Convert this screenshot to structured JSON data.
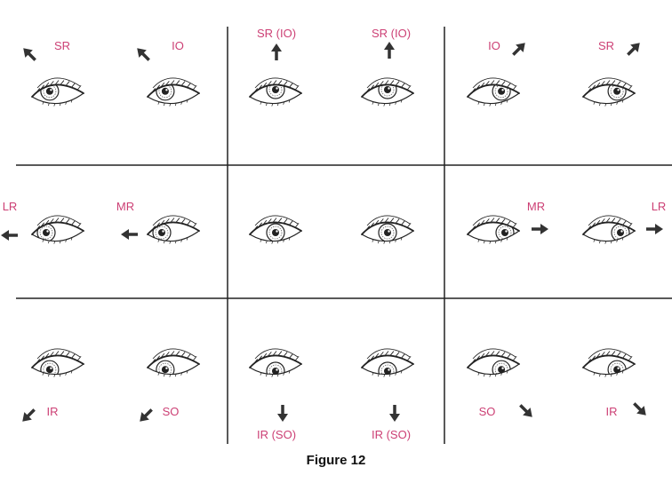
{
  "figure": {
    "caption": "Figure 12",
    "label_color": "#cc3f74",
    "ink_color": "#222222",
    "arrow_color": "#333333"
  },
  "cells": [
    {
      "row": 0,
      "col": 0,
      "eyes": [
        {
          "label": "SR",
          "direction": "up-left",
          "iris": "up-left"
        },
        {
          "label": "IO",
          "direction": "up-left",
          "iris": "up-left"
        }
      ]
    },
    {
      "row": 0,
      "col": 1,
      "eyes": [
        {
          "label": "SR (IO)",
          "direction": "up",
          "iris": "up"
        },
        {
          "label": "SR (IO)",
          "direction": "up",
          "iris": "up"
        }
      ]
    },
    {
      "row": 0,
      "col": 2,
      "eyes": [
        {
          "label": "IO",
          "direction": "up-right",
          "iris": "up-right"
        },
        {
          "label": "SR",
          "direction": "up-right",
          "iris": "up-right"
        }
      ]
    },
    {
      "row": 1,
      "col": 0,
      "eyes": [
        {
          "label": "LR",
          "direction": "left",
          "iris": "left"
        },
        {
          "label": "MR",
          "direction": "left",
          "iris": "left"
        }
      ]
    },
    {
      "row": 1,
      "col": 1,
      "eyes": [
        {
          "label": "",
          "direction": "none",
          "iris": "center"
        },
        {
          "label": "",
          "direction": "none",
          "iris": "center"
        }
      ]
    },
    {
      "row": 1,
      "col": 2,
      "eyes": [
        {
          "label": "MR",
          "direction": "right",
          "iris": "right"
        },
        {
          "label": "LR",
          "direction": "right",
          "iris": "right"
        }
      ]
    },
    {
      "row": 2,
      "col": 0,
      "eyes": [
        {
          "label": "IR",
          "direction": "down-left",
          "iris": "down-left"
        },
        {
          "label": "SO",
          "direction": "down-left",
          "iris": "down-left"
        }
      ]
    },
    {
      "row": 2,
      "col": 1,
      "eyes": [
        {
          "label": "IR (SO)",
          "direction": "down",
          "iris": "down"
        },
        {
          "label": "IR (SO)",
          "direction": "down",
          "iris": "down"
        }
      ]
    },
    {
      "row": 2,
      "col": 2,
      "eyes": [
        {
          "label": "SO",
          "direction": "down-right",
          "iris": "down-right"
        },
        {
          "label": "IR",
          "direction": "down-right",
          "iris": "down-right"
        }
      ]
    }
  ]
}
